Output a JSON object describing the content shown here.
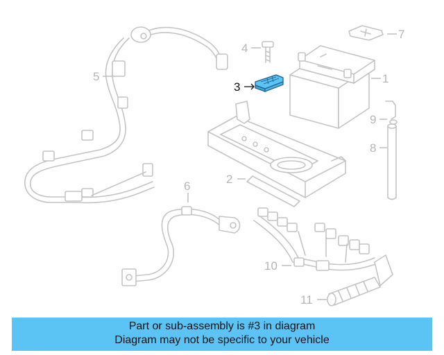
{
  "diagram": {
    "callouts": [
      {
        "number": "1"
      },
      {
        "number": "2"
      },
      {
        "number": "3",
        "highlighted": true
      },
      {
        "number": "4"
      },
      {
        "number": "5"
      },
      {
        "number": "6"
      },
      {
        "number": "7"
      },
      {
        "number": "8"
      },
      {
        "number": "9"
      },
      {
        "number": "10"
      },
      {
        "number": "11"
      }
    ],
    "highlight_color": "#5bc4f5",
    "line_color": "#c4c4c4"
  },
  "banner": {
    "line1": "Part or sub-assembly is #3 in diagram",
    "line2": "Diagram may not be specific to your vehicle",
    "background": "#5bc4f5"
  }
}
